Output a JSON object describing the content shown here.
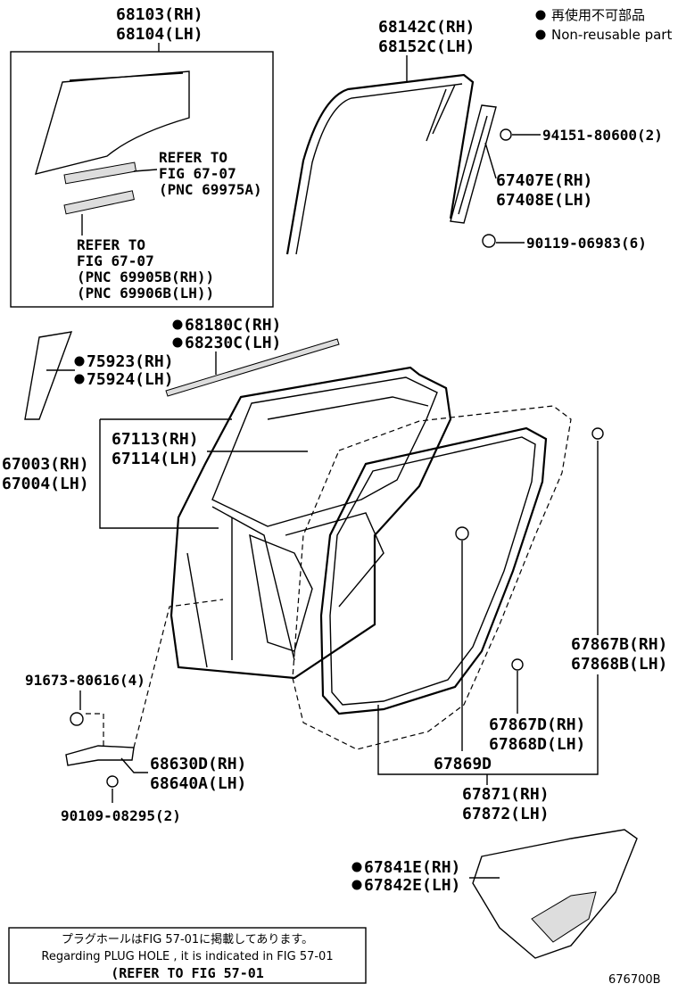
{
  "legend": {
    "jp": "再使用不可部品",
    "en": "Non-reusable part"
  },
  "labels": {
    "glass_rh": "68103(RH)",
    "glass_lh": "68104(LH)",
    "refer1_a": "REFER TO",
    "refer1_b": "FIG 67-07",
    "refer1_c": "(PNC 69975A)",
    "refer2_a": "REFER TO",
    "refer2_b": "FIG 67-07",
    "refer2_c": "(PNC 69905B(RH))",
    "refer2_d": "(PNC 69906B(LH))",
    "run_rh": "68142C(RH)",
    "run_lh": "68152C(LH)",
    "bolt1": "94151-80600(2)",
    "frame_rh": "67407E(RH)",
    "frame_lh": "67408E(LH)",
    "bolt2": "90119-06983(6)",
    "weather_rh": "68180C(RH)",
    "weather_lh": "68230C(LH)",
    "pillar_rh": "75923(RH)",
    "pillar_lh": "75924(LH)",
    "panel_rh": "67113(RH)",
    "panel_lh": "67114(LH)",
    "door_rh": "67003(RH)",
    "door_lh": "67004(LH)",
    "seal_b_rh": "67867B(RH)",
    "seal_b_lh": "67868B(LH)",
    "screw1": "91673-80616(4)",
    "seal_d_rh": "67867D(RH)",
    "seal_d_lh": "67868D(LH)",
    "clip": "67869D",
    "check_rh": "68630D(RH)",
    "check_lh": "68640A(LH)",
    "seal_rh": "67871(RH)",
    "seal_lh": "67872(LH)",
    "bolt3": "90109-08295(2)",
    "film_rh": "67841E(RH)",
    "film_lh": "67842E(LH)"
  },
  "note": {
    "jp": "プラグホールはFIG 57-01に掲載してあります。",
    "en": "Regarding PLUG HOLE , it is indicated in FIG 57-01",
    "ref": "(REFER TO FIG 57-01"
  },
  "figure_id": "676700B",
  "colors": {
    "ink": "#000000",
    "paper": "#ffffff"
  }
}
